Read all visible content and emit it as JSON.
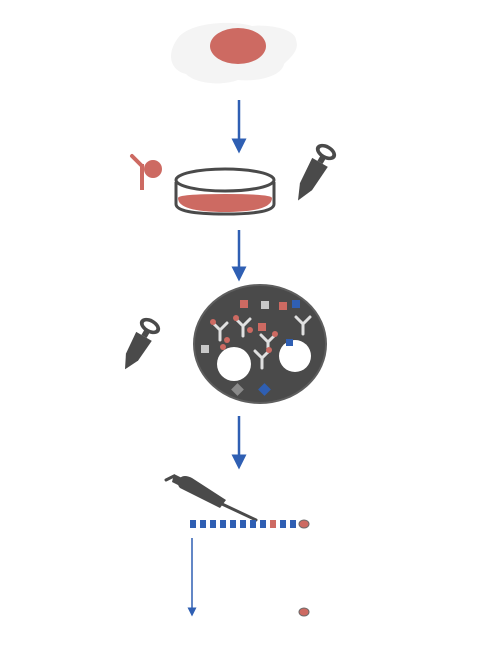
{
  "diagram": {
    "steps": [
      {
        "id": "cell-source",
        "icon": "cell-blob-icon"
      },
      {
        "id": "culture-dish",
        "icon": "petri-dish-icon"
      },
      {
        "id": "mixture",
        "icon": "well-mixture-icon"
      },
      {
        "id": "pipetting",
        "icon": "pipette-icon"
      }
    ],
    "colors": {
      "accent_red": "#cd6a62",
      "arrow_blue": "#2f5fb3",
      "dark_gray": "#4a4a4a",
      "light_gray": "#c8c8c8",
      "background": "#ffffff"
    },
    "icons": [
      "cell-blob-icon",
      "antibody-icon",
      "petri-dish-icon",
      "syringe-icon",
      "well-mixture-icon",
      "pipette-icon",
      "gel-lane-icon",
      "sample-dot-icon"
    ],
    "gel_lane": {
      "segments": 11,
      "highlight_index": 8
    }
  }
}
